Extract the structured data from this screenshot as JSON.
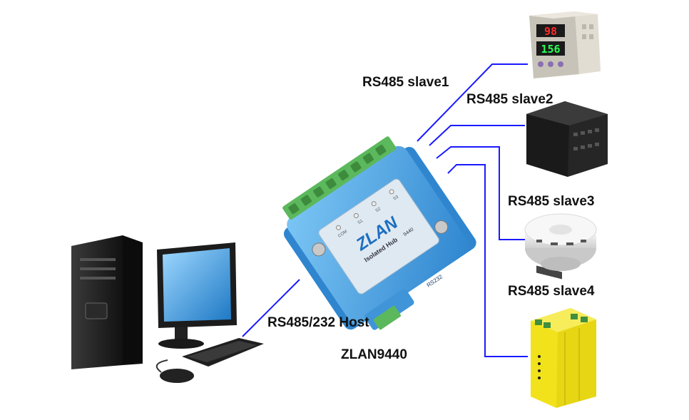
{
  "hub": {
    "brand": "ZLAN",
    "model_small": "9440",
    "name": "Isolated Hub",
    "port_label": "RS232",
    "led_labels": [
      "COM",
      "S1",
      "S2",
      "S3"
    ]
  },
  "labels": {
    "slave1": "RS485 slave1",
    "slave2": "RS485 slave2",
    "slave3": "RS485 slave3",
    "slave4": "RS485 slave4",
    "host": "RS485/232 Host",
    "model": "ZLAN9440"
  },
  "controller_display": {
    "top_value": "98",
    "bottom_value": "156"
  },
  "colors": {
    "wire": "#1a1aff",
    "hub_body": "#4aa8e6",
    "terminal": "#5cb85c",
    "relay_yellow": "#f2e21c"
  }
}
